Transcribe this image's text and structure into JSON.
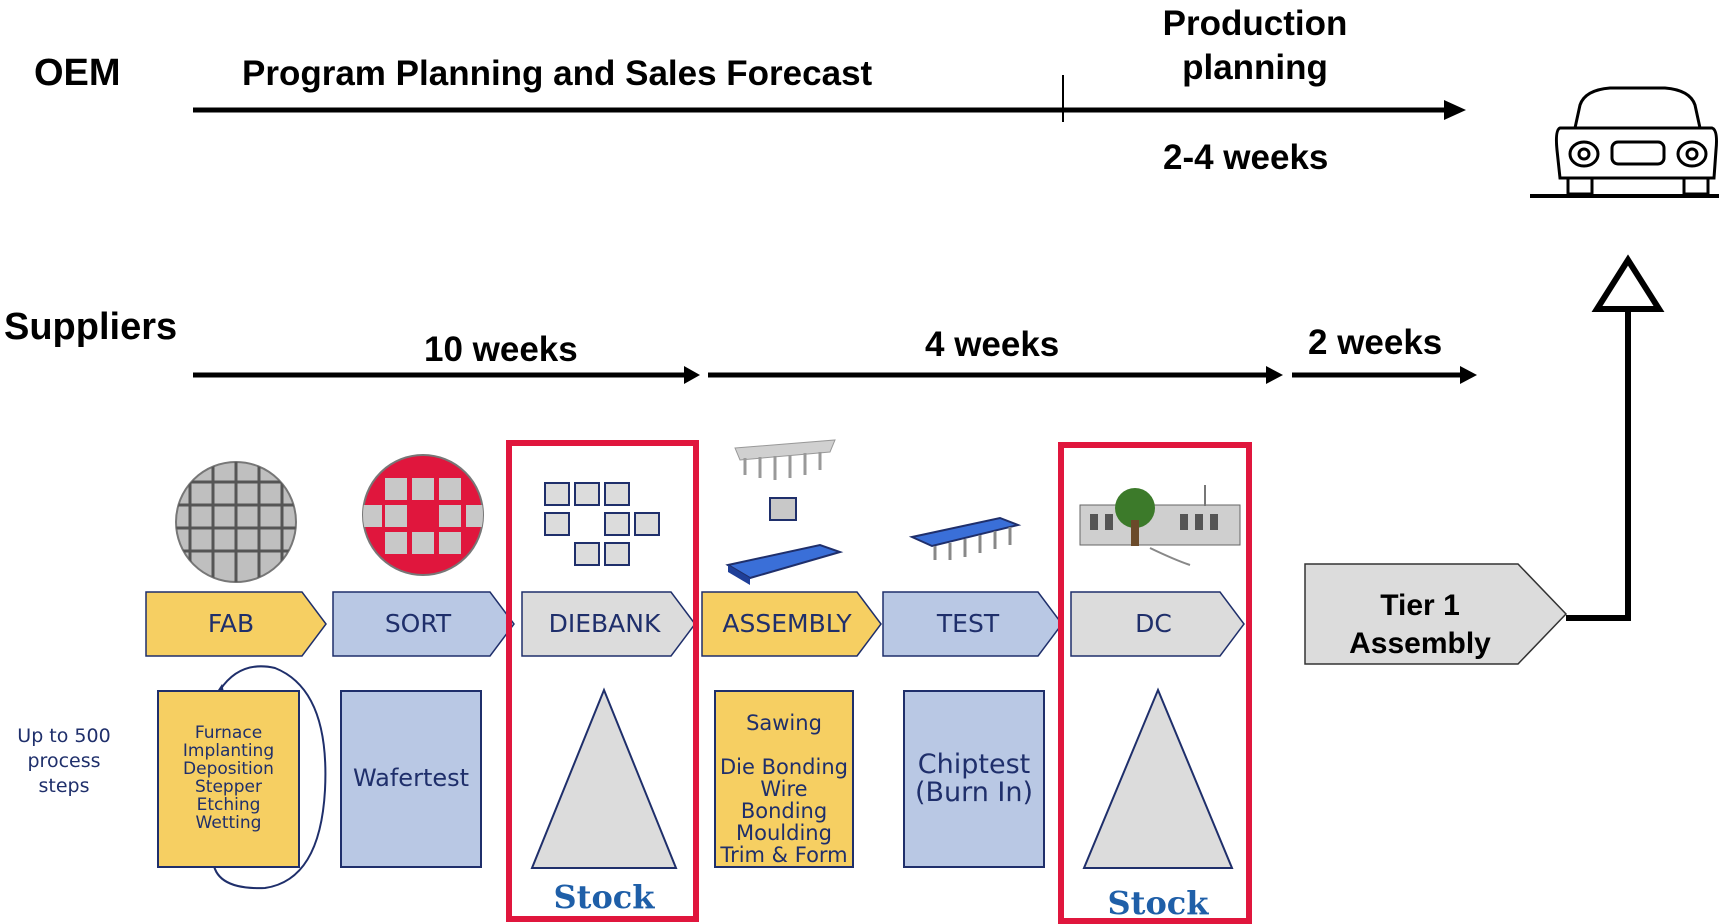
{
  "oem": {
    "label": "OEM",
    "planning_label": "Program Planning and Sales Forecast",
    "production_label_line1": "Production",
    "production_label_line2": "planning",
    "production_duration": "2-4 weeks"
  },
  "suppliers": {
    "label": "Suppliers",
    "durations": [
      "10 weeks",
      "4 weeks",
      "2 weeks"
    ]
  },
  "stages": [
    {
      "label": "FAB",
      "color": "#f6cf62"
    },
    {
      "label": "SORT",
      "color": "#b9c8e4"
    },
    {
      "label": "DIEBANK",
      "color": "#dcdcdc"
    },
    {
      "label": "ASSEMBLY",
      "color": "#f6cf62"
    },
    {
      "label": "TEST",
      "color": "#b9c8e4"
    },
    {
      "label": "DC",
      "color": "#dcdcdc"
    }
  ],
  "process_note": [
    "Up to 500",
    "process",
    "steps"
  ],
  "fab_steps": [
    "Furnace",
    "Implanting",
    "Deposition",
    "Stepper",
    "Etching",
    "Wetting"
  ],
  "sort_box": "Wafertest",
  "assembly_steps": [
    "Sawing",
    "Die Bonding",
    "Wire Bonding",
    "Moulding",
    "Trim & Form"
  ],
  "test_box": [
    "Chiptest",
    "(Burn In)"
  ],
  "stock_label": "Stock",
  "tier1": {
    "line1": "Tier 1",
    "line2": "Assembly"
  },
  "colors": {
    "highlight": "#e0163d",
    "text_blue": "#1f2f6b",
    "stock_blue": "#1f5fa8",
    "yellow": "#f6cf62",
    "light_blue": "#b9c8e4",
    "grey": "#dcdcdc"
  }
}
